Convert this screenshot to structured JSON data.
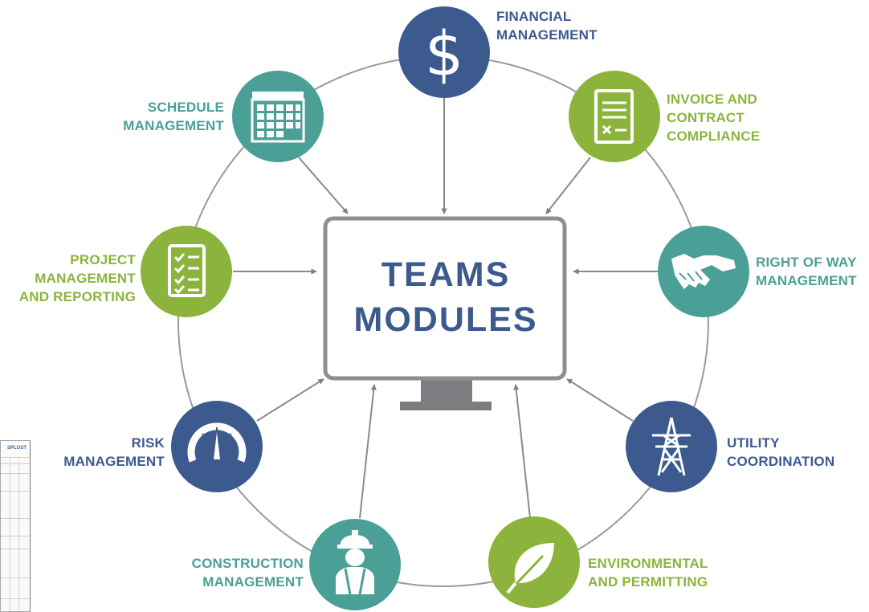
{
  "center": {
    "line1": "TEAMS",
    "line2": "MODULES"
  },
  "modules": [
    {
      "id": "financial",
      "icon": "dollar-icon",
      "color": "#3d5a8f",
      "lines": [
        "FINANCIAL",
        "MANAGEMENT"
      ]
    },
    {
      "id": "invoice",
      "icon": "invoice-icon",
      "color": "#8cb43c",
      "lines": [
        "INVOICE AND",
        "CONTRACT",
        "COMPLIANCE"
      ]
    },
    {
      "id": "right-of-way",
      "icon": "handshake-icon",
      "color": "#4aa096",
      "lines": [
        "RIGHT OF WAY",
        "MANAGEMENT"
      ]
    },
    {
      "id": "utility",
      "icon": "power-tower-icon",
      "color": "#3d5a8f",
      "lines": [
        "UTILITY",
        "COORDINATION"
      ]
    },
    {
      "id": "environmental",
      "icon": "leaf-icon",
      "color": "#8cb43c",
      "lines": [
        "ENVIRONMENTAL",
        "AND PERMITTING"
      ]
    },
    {
      "id": "construction",
      "icon": "construction-worker-icon",
      "color": "#4aa096",
      "lines": [
        "CONSTRUCTION",
        "MANAGEMENT"
      ]
    },
    {
      "id": "risk",
      "icon": "gauge-icon",
      "color": "#3d5a8f",
      "lines": [
        "RISK",
        "MANAGEMENT"
      ]
    },
    {
      "id": "project",
      "icon": "checklist-icon",
      "color": "#8cb43c",
      "lines": [
        "PROJECT",
        "MANAGEMENT",
        "AND REPORTING"
      ]
    },
    {
      "id": "schedule",
      "icon": "calendar-icon",
      "color": "#4aa096",
      "lines": [
        "SCHEDULE",
        "MANAGEMENT"
      ]
    }
  ],
  "thumbnail": {
    "logo": "SPLOST"
  }
}
